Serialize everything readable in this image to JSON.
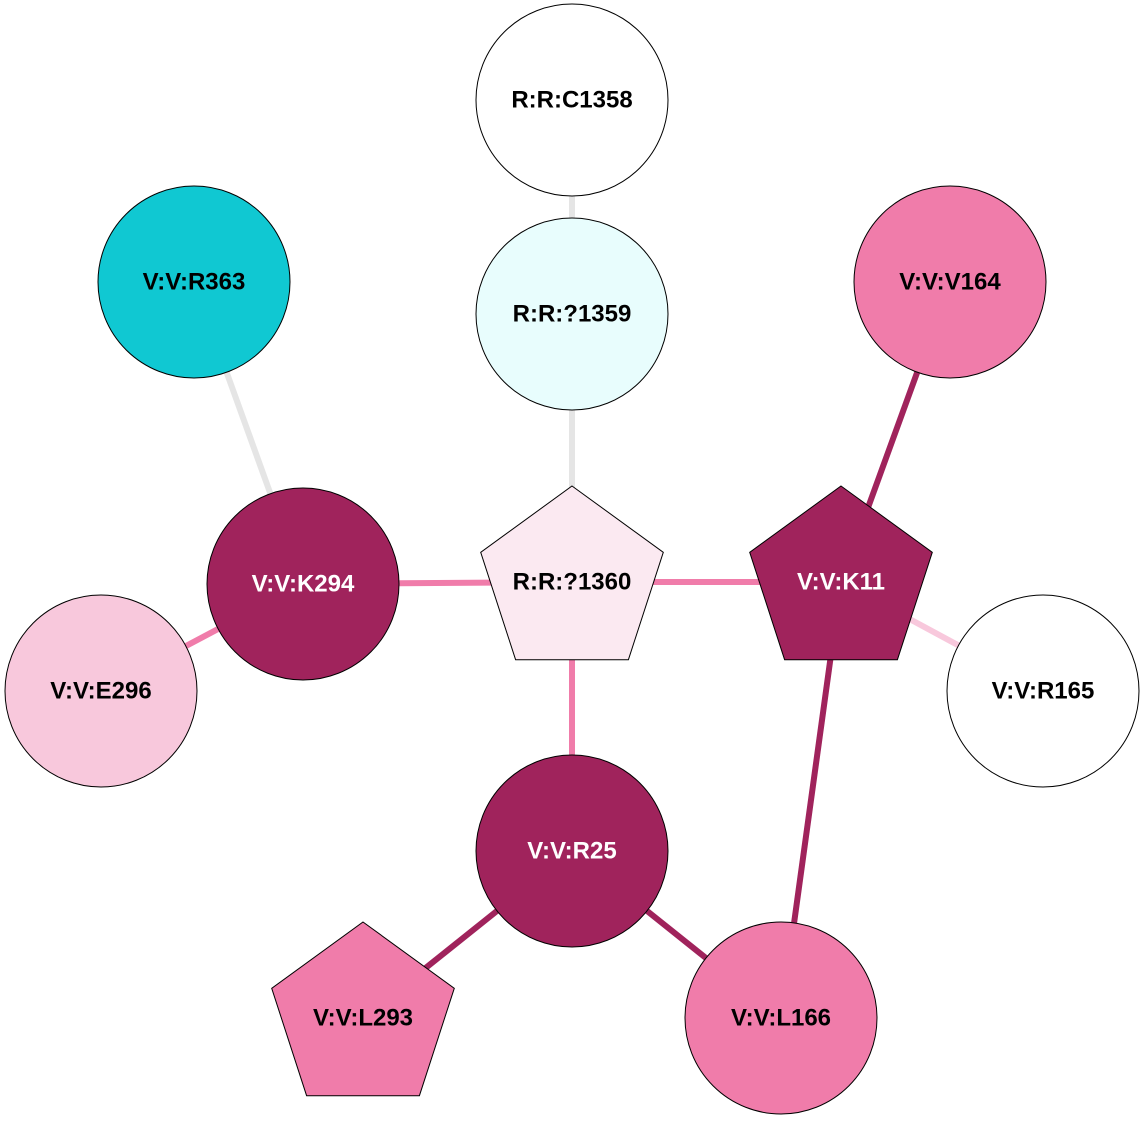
{
  "colors": {
    "gray_edge": "#e5e5e5",
    "pink": "#f07caa",
    "dark": "#a0235c",
    "light_pink": "#f8c8dc",
    "cyan": "#10c8d2",
    "pale_cyan": "#e8fdfd",
    "pale_pink": "#fbe9f1",
    "white": "#ffffff"
  },
  "nodes": [
    {
      "id": "R:R:C1358",
      "label": "R:R:C1358",
      "shape": "circle",
      "fill": "#ffffff",
      "text": "#000000"
    },
    {
      "id": "R:R:?1359",
      "label": "R:R:?1359",
      "shape": "circle",
      "fill": "#e8fdfd",
      "text": "#000000"
    },
    {
      "id": "V:V:R363",
      "label": "V:V:R363",
      "shape": "circle",
      "fill": "#10c8d2",
      "text": "#000000"
    },
    {
      "id": "V:V:V164",
      "label": "V:V:V164",
      "shape": "circle",
      "fill": "#f07caa",
      "text": "#000000"
    },
    {
      "id": "V:V:K294",
      "label": "V:V:K294",
      "shape": "circle",
      "fill": "#a0235c",
      "text": "#ffffff"
    },
    {
      "id": "R:R:?1360",
      "label": "R:R:?1360",
      "shape": "pentagon",
      "fill": "#fbe9f1",
      "text": "#000000"
    },
    {
      "id": "V:V:K11",
      "label": "V:V:K11",
      "shape": "pentagon",
      "fill": "#a0235c",
      "text": "#ffffff"
    },
    {
      "id": "V:V:E296",
      "label": "V:V:E296",
      "shape": "circle",
      "fill": "#f8c8dc",
      "text": "#000000"
    },
    {
      "id": "V:V:R165",
      "label": "V:V:R165",
      "shape": "circle",
      "fill": "#ffffff",
      "text": "#000000"
    },
    {
      "id": "V:V:R25",
      "label": "V:V:R25",
      "shape": "circle",
      "fill": "#a0235c",
      "text": "#ffffff"
    },
    {
      "id": "V:V:L293",
      "label": "V:V:L293",
      "shape": "pentagon",
      "fill": "#f07caa",
      "text": "#000000"
    },
    {
      "id": "V:V:L166",
      "label": "V:V:L166",
      "shape": "circle",
      "fill": "#f07caa",
      "text": "#000000"
    }
  ],
  "edges": [
    {
      "source": "R:R:C1358",
      "target": "R:R:?1359",
      "color": "#e5e5e5"
    },
    {
      "source": "R:R:?1359",
      "target": "R:R:?1360",
      "color": "#e5e5e5"
    },
    {
      "source": "V:V:R363",
      "target": "V:V:K294",
      "color": "#e5e5e5"
    },
    {
      "source": "V:V:K294",
      "target": "R:R:?1360",
      "color": "#f07caa"
    },
    {
      "source": "R:R:?1360",
      "target": "V:V:K11",
      "color": "#f07caa"
    },
    {
      "source": "V:V:K294",
      "target": "V:V:E296",
      "color": "#f07caa"
    },
    {
      "source": "V:V:K11",
      "target": "V:V:V164",
      "color": "#a0235c"
    },
    {
      "source": "V:V:K11",
      "target": "V:V:R165",
      "color": "#f8c8dc"
    },
    {
      "source": "V:V:K11",
      "target": "V:V:L166",
      "color": "#a0235c"
    },
    {
      "source": "R:R:?1360",
      "target": "V:V:R25",
      "color": "#f07caa"
    },
    {
      "source": "V:V:R25",
      "target": "V:V:L293",
      "color": "#a0235c"
    },
    {
      "source": "V:V:R25",
      "target": "V:V:L166",
      "color": "#a0235c"
    }
  ]
}
